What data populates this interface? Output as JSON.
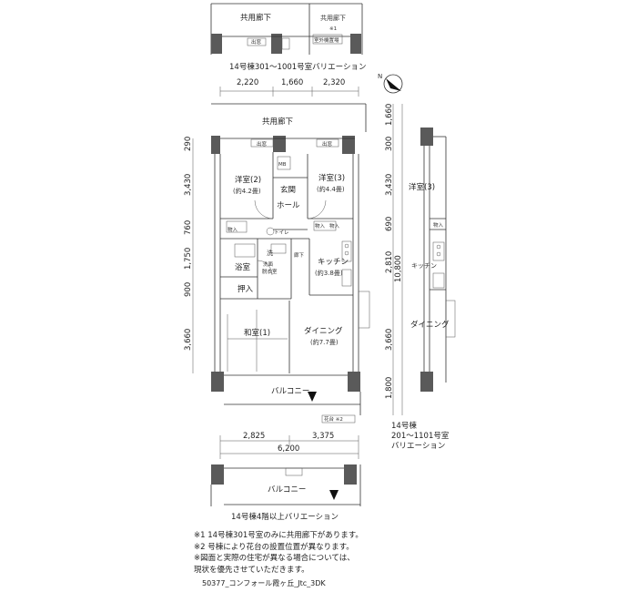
{
  "top_variation": {
    "corridor_left": "共用廊下",
    "corridor_right": "共用廊下",
    "note_mark": "※1",
    "outdoor_machine": "室外機置場",
    "cabinet": "出窓",
    "caption": "14号棟301～1001号室バリエーション"
  },
  "dimensions_top": {
    "values": [
      "2,220",
      "1,660",
      "2,320"
    ]
  },
  "main_plan": {
    "corridor": "共用廊下",
    "rooms": {
      "western2": "洋室(2)",
      "western2_size": "(約4.2畳)",
      "western3": "洋室(3)",
      "western3_size": "(約4.4畳)",
      "entrance": "玄関",
      "hall": "ホール",
      "toilet": "トイレ",
      "bath": "浴室",
      "wash": "洗",
      "washroom": "洗面",
      "washroom2": "脱衣室",
      "hallway": "廊下",
      "kitchen": "キッチン",
      "kitchen_size": "(約3.8畳)",
      "oshiire": "押入",
      "japanese": "和室(1)",
      "dining": "ダイニング",
      "dining_size": "(約7.7畳)",
      "balcony": "バルコニー",
      "flower_box": "花台 ※2",
      "storage": "物入",
      "mb": "MB",
      "window_box": "出窓"
    },
    "left_dims": [
      "290",
      "3,430",
      "760",
      "1,750",
      "900",
      "3,660"
    ],
    "right_dims": [
      "1,660",
      "300",
      "3,430",
      "690",
      "2,810",
      "10,800",
      "3,660",
      "1,800"
    ]
  },
  "side_variation": {
    "room_western3": "洋室(3)",
    "storage": "物入",
    "kitchen": "キッチン",
    "dining": "ダイニング",
    "caption_line1": "14号棟",
    "caption_line2": "201～1101号室",
    "caption_line3": "バリエーション"
  },
  "dimensions_bottom": {
    "values": [
      "2,825",
      "3,375"
    ],
    "total": "6,200"
  },
  "bottom_variation": {
    "balcony": "バルコニー",
    "caption": "14号棟4階以上バリエーション"
  },
  "compass": {
    "label": "N"
  },
  "notes": [
    "※1  14号棟301号室のみに共用廊下があります。",
    "※2  号棟により花台の設置位置が異なります。",
    "※図面と実際の住宅が異なる場合については、",
    "    現状を優先させていただきます。"
  ],
  "footer_caption": "50377_コンフォール霞ヶ丘_Jtc_3DK"
}
